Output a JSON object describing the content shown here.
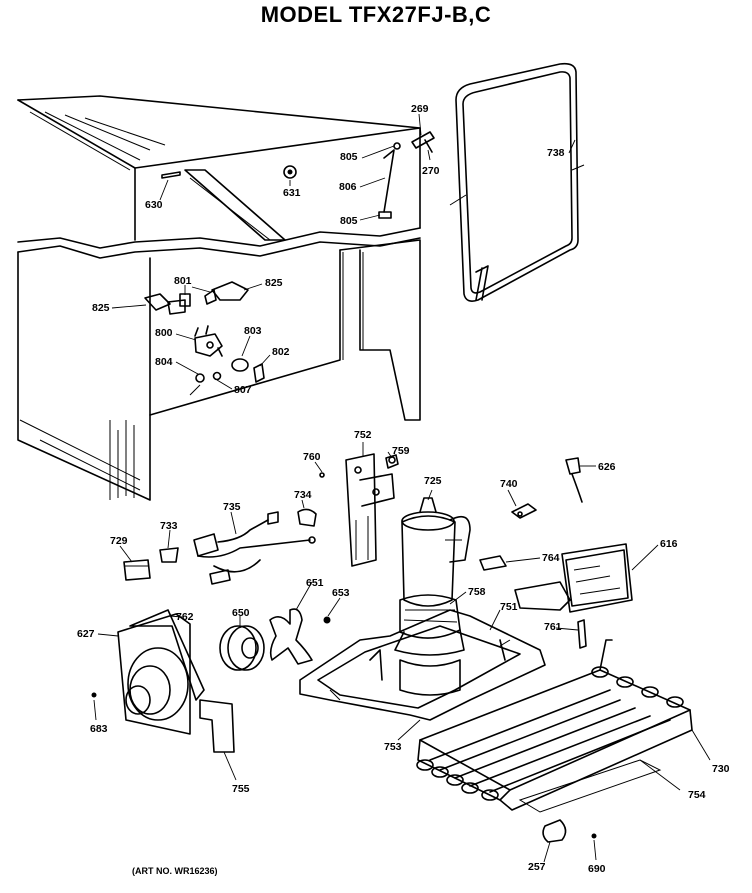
{
  "title": "MODEL TFX27FJ-B,C",
  "art_number": "(ART NO. WR16236)",
  "part_numbers": {
    "p269": "269",
    "p805a": "805",
    "p270": "270",
    "p806": "806",
    "p805b": "805",
    "p631": "631",
    "p630": "630",
    "p738": "738",
    "p801": "801",
    "p825a": "825",
    "p825b": "825",
    "p800": "800",
    "p803": "803",
    "p802": "802",
    "p804": "804",
    "p807": "807",
    "p752": "752",
    "p760": "760",
    "p759": "759",
    "p725": "725",
    "p740": "740",
    "p626": "626",
    "p735": "735",
    "p734": "734",
    "p733": "733",
    "p729": "729",
    "p764": "764",
    "p616": "616",
    "p651": "651",
    "p653": "653",
    "p758": "758",
    "p751": "751",
    "p762": "762",
    "p650": "650",
    "p627": "627",
    "p761": "761",
    "p683": "683",
    "p753": "753",
    "p755": "755",
    "p730": "730",
    "p754": "754",
    "p257": "257",
    "p690": "690"
  }
}
